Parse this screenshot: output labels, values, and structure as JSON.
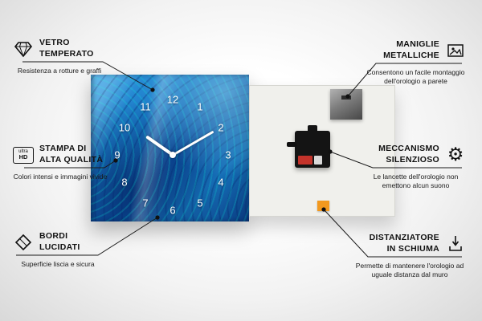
{
  "product": {
    "clock": {
      "numbers": [
        "12",
        "1",
        "2",
        "3",
        "4",
        "5",
        "6",
        "7",
        "8",
        "9",
        "10",
        "11"
      ]
    },
    "colors": {
      "face_blue": "#1b7ac8",
      "foam_orange": "#f2991f",
      "battery_red": "#c4332b"
    }
  },
  "callouts": [
    {
      "id": "vetro-temperato",
      "icon": "diamond-icon",
      "title_lines": [
        "VETRO",
        "TEMPERATO"
      ],
      "subtitle": "Resistenza a rotture e graffi"
    },
    {
      "id": "stampa-alta-qualita",
      "icon": "ultra-hd-icon",
      "icon_text": {
        "top": "ultra",
        "bottom": "HD"
      },
      "title_lines": [
        "STAMPA DI",
        "ALTA QUALITÀ"
      ],
      "subtitle": "Colori intensi e immagini vivide"
    },
    {
      "id": "bordi-lucidati",
      "icon": "polished-edge-icon",
      "title_lines": [
        "BORDI",
        "LUCIDATI"
      ],
      "subtitle": "Superficie liscia e sicura"
    },
    {
      "id": "maniglie-metalliche",
      "icon": "picture-frame-icon",
      "title_lines": [
        "MANIGLIE",
        "METALLICHE"
      ],
      "subtitle": "Consentono un facile montaggio dell'orologio a parete"
    },
    {
      "id": "meccanismo-silenzioso",
      "icon": "gear-icon",
      "glyph": "⚙",
      "title_lines": [
        "MECCANISMO",
        "SILENZIOSO"
      ],
      "subtitle": "Le lancette dell'orologio non emettono alcun suono"
    },
    {
      "id": "distanziatore-in-schiuma",
      "icon": "foam-spacer-icon",
      "title_lines": [
        "DISTANZIATORE",
        "IN SCHIUMA"
      ],
      "subtitle": "Permette di mantenere l'orologio ad uguale distanza dal muro"
    }
  ]
}
